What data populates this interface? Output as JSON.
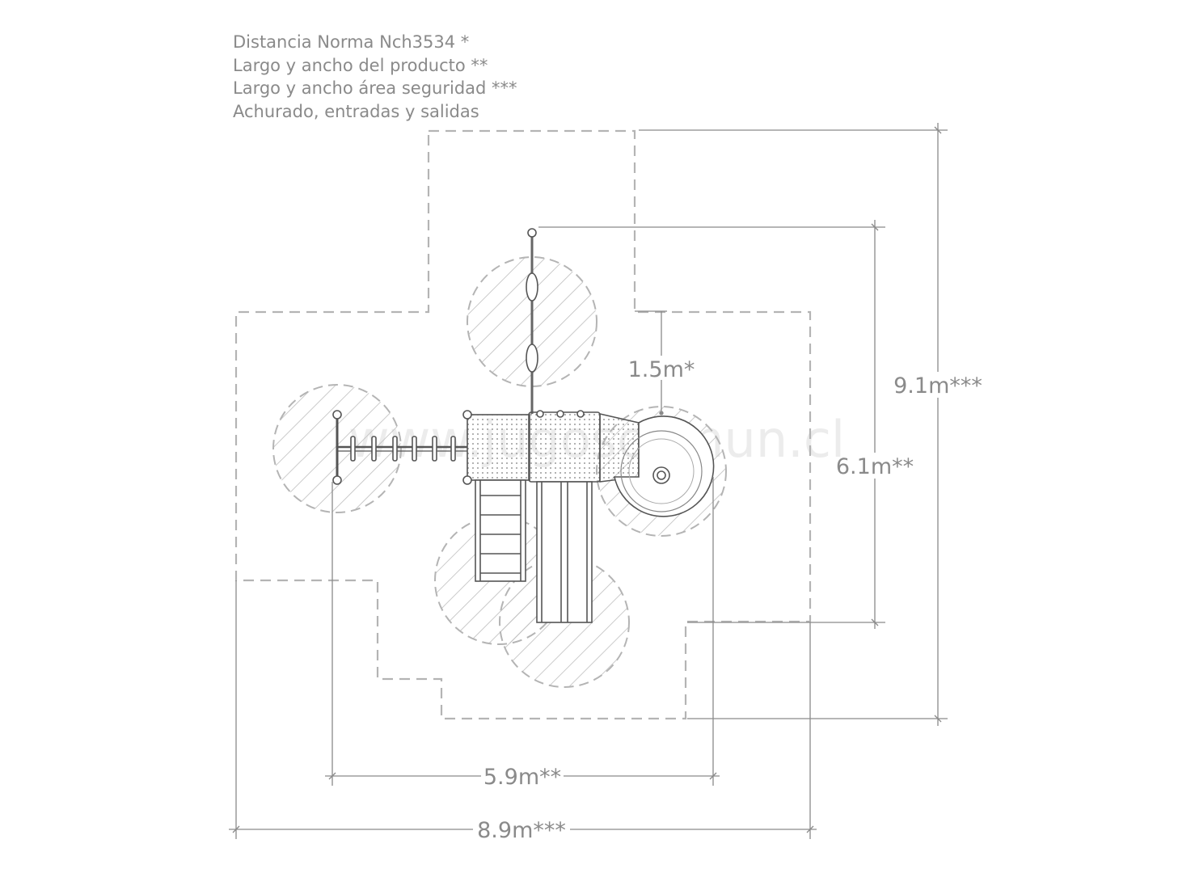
{
  "legend": {
    "line1": "Distancia Norma Nch3534 *",
    "line2": "Largo y ancho del producto **",
    "line3": "Largo y ancho área seguridad ***",
    "line4": "Achurado, entradas y salidas"
  },
  "dimensions": {
    "clearance": "1.5m*",
    "product_height": "6.1m**",
    "safety_height": "9.1m***",
    "product_width": "5.9m**",
    "safety_width": "8.9m***"
  },
  "watermark": "www.jugoscomun.cl",
  "colors": {
    "line": "#8a8a8a",
    "dashed": "#b4b4b4",
    "hatch": "#bdbdbd",
    "equipment": "#555555"
  }
}
